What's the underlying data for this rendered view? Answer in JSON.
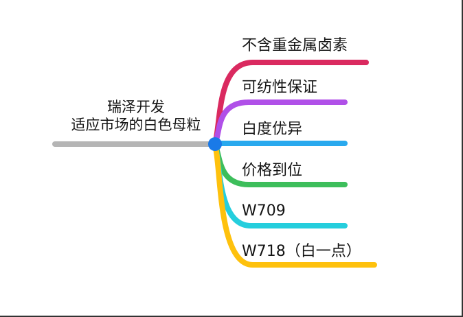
{
  "root": {
    "title_line1": "瑞泽开发",
    "title_line2": "适应市场的白色母粒",
    "connector_color": "#b5b5b5",
    "hub_color": "#1a7ae8"
  },
  "branches": [
    {
      "label": "不含重金属卤素",
      "color": "#da2a60"
    },
    {
      "label": "可纺性保证",
      "color": "#b050e8"
    },
    {
      "label": "白度优异",
      "color": "#29a9ee"
    },
    {
      "label": "价格到位",
      "color": "#3dbe5b"
    },
    {
      "label": "W709",
      "color": "#25cedd"
    },
    {
      "label": "W718（白一点）",
      "color": "#fec10d"
    }
  ]
}
